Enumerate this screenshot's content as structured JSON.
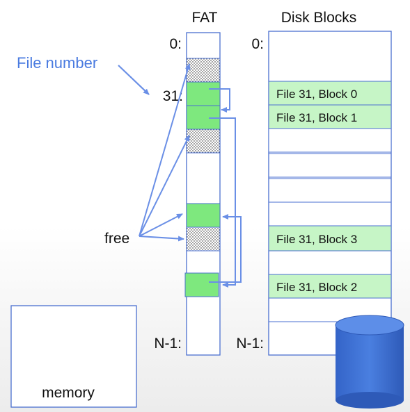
{
  "headers": {
    "fat": "FAT",
    "disk": "Disk Blocks"
  },
  "fat_labels": {
    "zero": "0:",
    "thirty_one": "31:",
    "last": "N-1:"
  },
  "disk_labels": {
    "zero": "0:",
    "last": "N-1:"
  },
  "annotations": {
    "file_number": "File number",
    "free": "free"
  },
  "disk_blocks": [
    "File 31, Block 0",
    "File 31, Block 1",
    "File 31, Block 3",
    "File 31, Block 2"
  ],
  "memory_label": "memory",
  "colors": {
    "accent_blue": "#4a7fd6",
    "label_blue": "#4a7be0",
    "fat_green": "#7ee87e",
    "disk_green": "#c6f5c6",
    "border_blue": "#4a6fd0",
    "cylinder": "#3c6fd6"
  }
}
